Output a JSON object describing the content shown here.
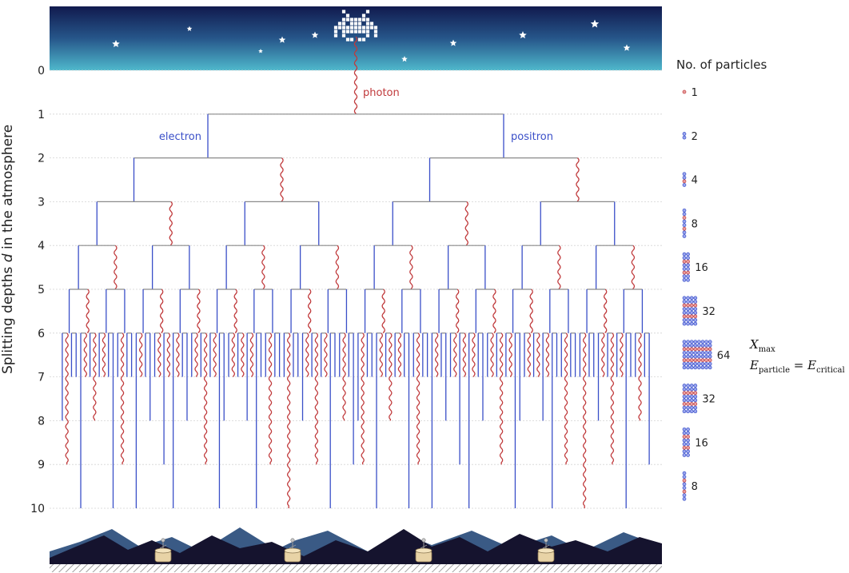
{
  "axis": {
    "ylabel_pre": "Splitting depths ",
    "ylabel_var": "d",
    "ylabel_post": " in the atmosphere",
    "ticks": [
      "0",
      "1",
      "2",
      "3",
      "4",
      "5",
      "6",
      "7",
      "8",
      "9",
      "10"
    ]
  },
  "labels": {
    "photon": "photon",
    "electron": "electron",
    "positron": "positron"
  },
  "count_panel": {
    "title": "No. of particles",
    "counts": [
      "1",
      "2",
      "4",
      "8",
      "16",
      "32",
      "64",
      "32",
      "16",
      "8"
    ]
  },
  "xmax": {
    "x_sym": "X",
    "x_sub": "max",
    "e_sym": "E",
    "e_sub_left": "particle",
    "equals": " = ",
    "e_sub_right": "critical"
  },
  "colors": {
    "electron": "#3a4fc8",
    "photon": "#c0393b",
    "tree_gray": "#8a8a8a",
    "sky_top": "#111a4e",
    "sky_bottom": "#4fb8cc",
    "mountain_dark": "#15132e",
    "mountain_light": "#3a5a85"
  },
  "decor": {
    "top_icon": "space-invader-icon",
    "detector_icon": "detector-tank-icon",
    "detector_count": 4
  }
}
